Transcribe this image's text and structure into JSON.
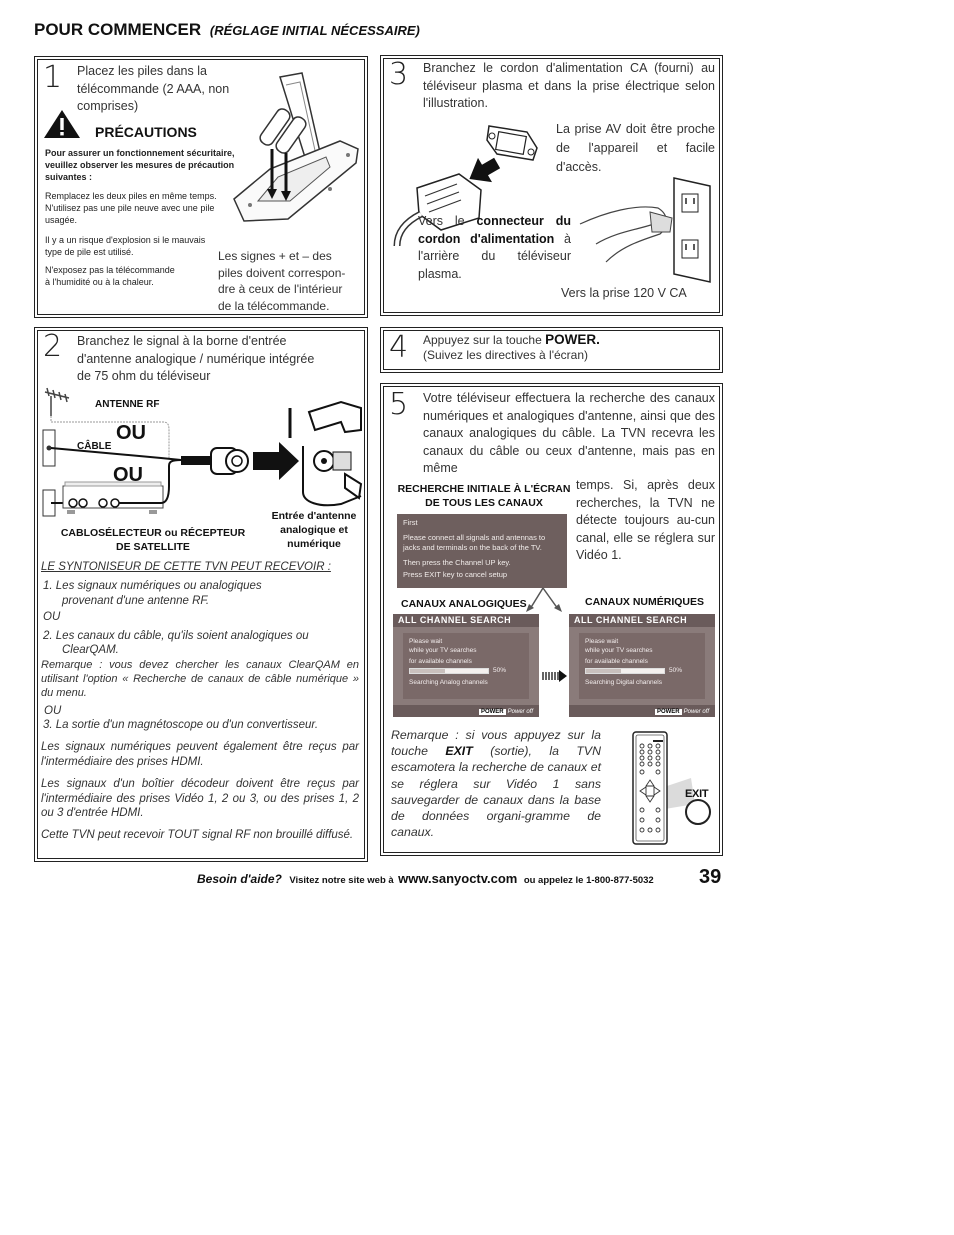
{
  "header": {
    "title": "POUR COMMENCER",
    "subtitle": "(RÉGLAGE INITIAL NÉCESSAIRE)"
  },
  "step1": {
    "number": "1",
    "line1": "Placez les piles dans la",
    "line2": "télécommande (2 AAA, non",
    "line3": "comprises)",
    "precautions_title": "PRÉCAUTIONS",
    "precautions_intro_1": "Pour assurer un fonctionnement sécuritaire,",
    "precautions_intro_2": "veuillez observer les mesures de précaution",
    "precautions_intro_3": "suivantes :",
    "note1_1": "Remplacez les deux piles en même temps.",
    "note1_2": "N'utilisez pas une pile neuve avec une pile",
    "note1_3": "usagée.",
    "note2_1": "Il y a un risque d'explosion si le mauvais",
    "note2_2": "type de pile est utilisé.",
    "note3_1": "N'exposez pas la télécommande",
    "note3_2": " à l'humidité ou à la chaleur.",
    "signs_1": "Les signes + et – des",
    "signs_2": "piles doivent correspon-",
    "signs_3": "dre à ceux de l'intérieur",
    "signs_4": "de la télécommande.",
    "icons": [
      "warning-icon",
      "remote-battery-illustration"
    ]
  },
  "step2": {
    "number": "2",
    "line1": "Branchez le signal à la borne d'entrée",
    "line2": "d'antenne analogique / numérique intégrée",
    "line3": "de 75 ohm du téléviseur",
    "label_antenna": "ANTENNE RF",
    "label_cable": "CÂBLE",
    "ou": "OU",
    "label_box_1": "CABLOSÉLECTEUR ou RÉCEPTEUR",
    "label_box_2": "DE SATELLITE",
    "label_input_1": "Entrée d'antenne",
    "label_input_2": "analogique et",
    "label_input_3": "numérique",
    "tuner_heading": "LE SYNTONISEUR DE CETTE TVN PEUT RECEVOIR :",
    "item1_a": "1.  Les signaux numériques ou analogiques",
    "item1_b": "provenant d'une antenne RF.",
    "ou_small": "OU",
    "item2_a": "2.  Les canaux du câble, qu'ils soient analogiques ou",
    "item2_b": "ClearQAM.",
    "remark": "Remarque : vous devez chercher les canaux ClearQAM en utilisant l'option « Recherche de canaux de câble numérique » du menu.",
    "item3": "3.  La sortie d'un magnétoscope ou d'un convertisseur.",
    "para_hdmi": "Les signaux numériques peuvent également être reçus par l'intermédiaire des prises HDMI.",
    "para_decoder": "Les signaux d'un boîtier décodeur doivent être reçus par l'intermédiaire des prises Vidéo 1, 2 ou 3, ou des prises 1, 2 ou 3 d'entrée HDMI.",
    "para_rf": "Cette TVN peut recevoir TOUT signal RF non brouillé diffusé."
  },
  "step3": {
    "number": "3",
    "intro": "Branchez le cordon d'alimentation CA (fourni) au téléviseur plasma et dans la prise électrique selon l'illustration.",
    "av_note": "La prise AV doit être proche de l'appareil et facile d'accès.",
    "connector_pre": "Vers le ",
    "connector_bold": "connecteur du cordon d'alimentation",
    "connector_post": " à l'arrière du téléviseur plasma.",
    "outlet": "Vers la prise 120 V CA"
  },
  "step4": {
    "number": "4",
    "line1_pre": "Appuyez sur la touche ",
    "line1_bold": "POWER.",
    "line2": "(Suivez les directives à l'écran)"
  },
  "step5": {
    "number": "5",
    "para_top": "Votre téléviseur effectuera la recherche des canaux numériques et analogiques d'antenne, ainsi que des canaux analogiques du câble. La TVN recevra les canaux du câble ou ceux d'antenne, mais pas en même",
    "para_side": "temps. Si, après deux recherches, la TVN ne détecte toujours au-cun canal, elle se réglera sur Vidéo 1.",
    "initial_label_1": "RECHERCHE INITIALE À L'ÉCRAN",
    "initial_label_2": "DE TOUS LES CANAUX",
    "first_screen": {
      "title": "First",
      "line1": "Please connect all signals and antennas to",
      "line2": "jacks and terminals on the back of the TV.",
      "line3": "Then press the Channel UP key.",
      "line4": "Press EXIT key to cancel setup"
    },
    "label_analog": "CANAUX ANALOGIQUES",
    "label_digital": "CANAUX NUMÉRIQUES",
    "analog_screen": {
      "header": "ALL CHANNEL SEARCH",
      "wait1": "Please wait",
      "wait2": "while your TV searches",
      "wait3": "for available channels",
      "percent": "50%",
      "status": "Searching Analog channels",
      "power_btn": "POWER",
      "power_text": "Power off"
    },
    "digital_screen": {
      "header": "ALL CHANNEL SEARCH",
      "wait1": "Please wait",
      "wait2": "while your TV searches",
      "wait3": "for available channels",
      "percent": "50%",
      "status": "Searching Digital channels",
      "power_btn": "POWER",
      "power_text": "Power off"
    },
    "remark_pre": "Remarque : si vous appuyez sur la touche ",
    "remark_bold": "EXIT",
    "remark_post": " (sortie), la TVN escamotera la recherche de canaux et se réglera sur Vidéo 1 sans sauvegarder de canaux dans la base de données organi-gramme de canaux.",
    "exit_label": "EXIT"
  },
  "footer": {
    "help": "Besoin d'aide?",
    "visit": "Visitez notre site web à",
    "url": "www.sanyoctv.com",
    "call": "ou appelez le 1-800-877-5032",
    "page_number": "39"
  }
}
